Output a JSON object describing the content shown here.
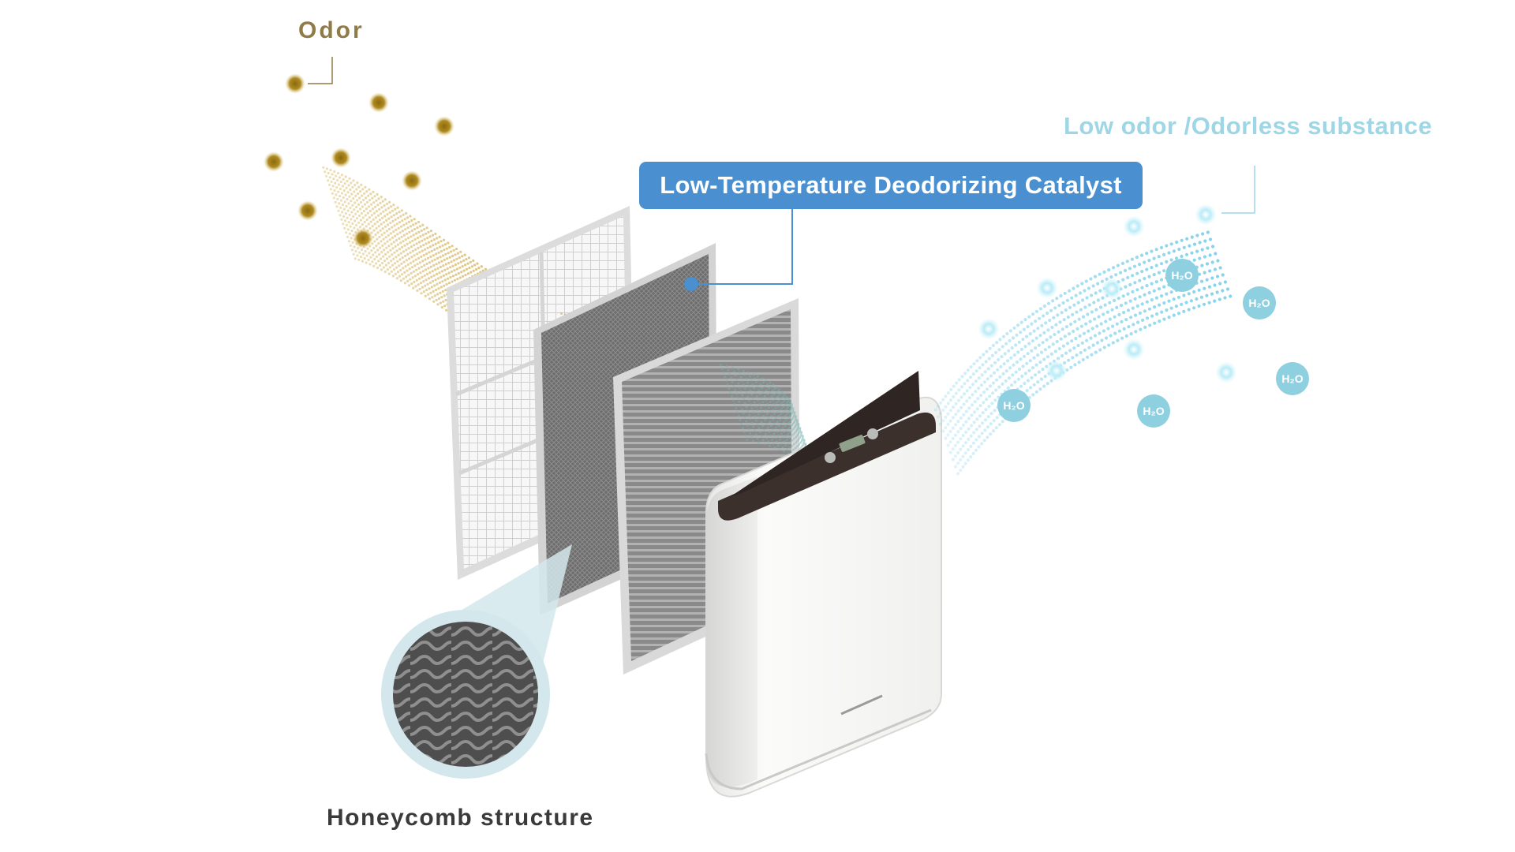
{
  "labels": {
    "odor": "Odor",
    "output": "Low odor /Odorless substance",
    "catalyst": "Low-Temperature Deodorizing Catalyst",
    "honeycomb": "Honeycomb structure",
    "h2o": "H₂O"
  },
  "colors": {
    "odor": "#8f7b47",
    "odor_particle": "#b48f1e",
    "catalyst_callout": "#4a8fd0",
    "clean_air": "#7fd0ea",
    "h2o_bubble": "#8fd0e0",
    "device_body": "#f2f3f2",
    "device_top": "#3b302c"
  }
}
